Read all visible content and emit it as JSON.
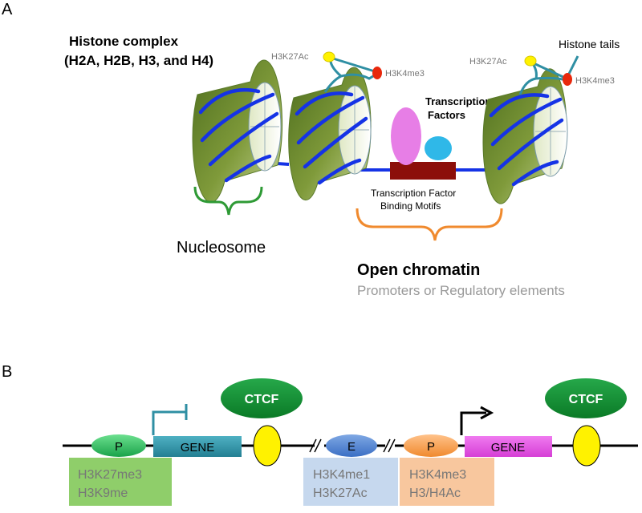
{
  "panel_a": {
    "label": "A",
    "histone_complex_line1": "Histone complex",
    "histone_complex_line2": "(H2A, H2B, H3, and H4)",
    "histone_tails": "Histone tails",
    "mark_ac": "H3K27Ac",
    "mark_me3": "H3K4me3",
    "tf_line1": "Transcription",
    "tf_line2": "Factors",
    "motif_line1": "Transcription Factor",
    "motif_line2": "Binding Motifs",
    "nucleosome": "Nucleosome",
    "open_chromatin": "Open chromatin",
    "open_chromatin_sub": "Promoters or Regulatory elements"
  },
  "panel_b": {
    "label": "B",
    "ctcf": "CTCF",
    "promoter": "P",
    "enhancer": "E",
    "gene": "GENE",
    "box_left_line1": "H3K27me3",
    "box_left_line2": "H3K9me",
    "box_mid_line1": "H3K4me1",
    "box_mid_line2": "H3K27Ac",
    "box_right_line1": "H3K4me3",
    "box_right_line2": "H3/H4Ac"
  },
  "colors": {
    "dna": "#1533e6",
    "histone": "#6f8f2e",
    "nucleosome_bracket": "#2e9a35",
    "open_chromatin_bracket": "#f08a2e",
    "ctcf": "#0d8a2c",
    "insulator": "#fff200",
    "gene": "#2f8fa3",
    "gene_active": "#e64ee6",
    "box_repressive": "#8fce6a",
    "box_enhancer": "#c6d8ee",
    "box_promoter": "#f8c79e"
  }
}
